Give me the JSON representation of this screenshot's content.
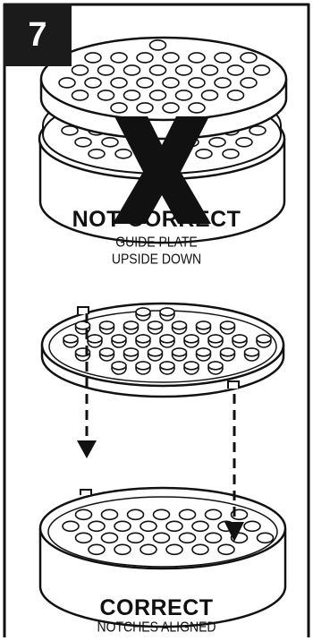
{
  "step": {
    "number": "7"
  },
  "incorrect": {
    "mark": "X",
    "heading": "NOT CORRECT",
    "line1": "GUIDE PLATE",
    "line2": "UPSIDE DOWN"
  },
  "correct": {
    "heading": "CORRECT",
    "line1": "NOTCHES ALIGNED"
  },
  "colors": {
    "ink": "#111111",
    "paper": "#ffffff",
    "badge": "#1b1b1b"
  },
  "icons": {
    "mark": "x-mark",
    "arrows": "dashed-arrow"
  }
}
